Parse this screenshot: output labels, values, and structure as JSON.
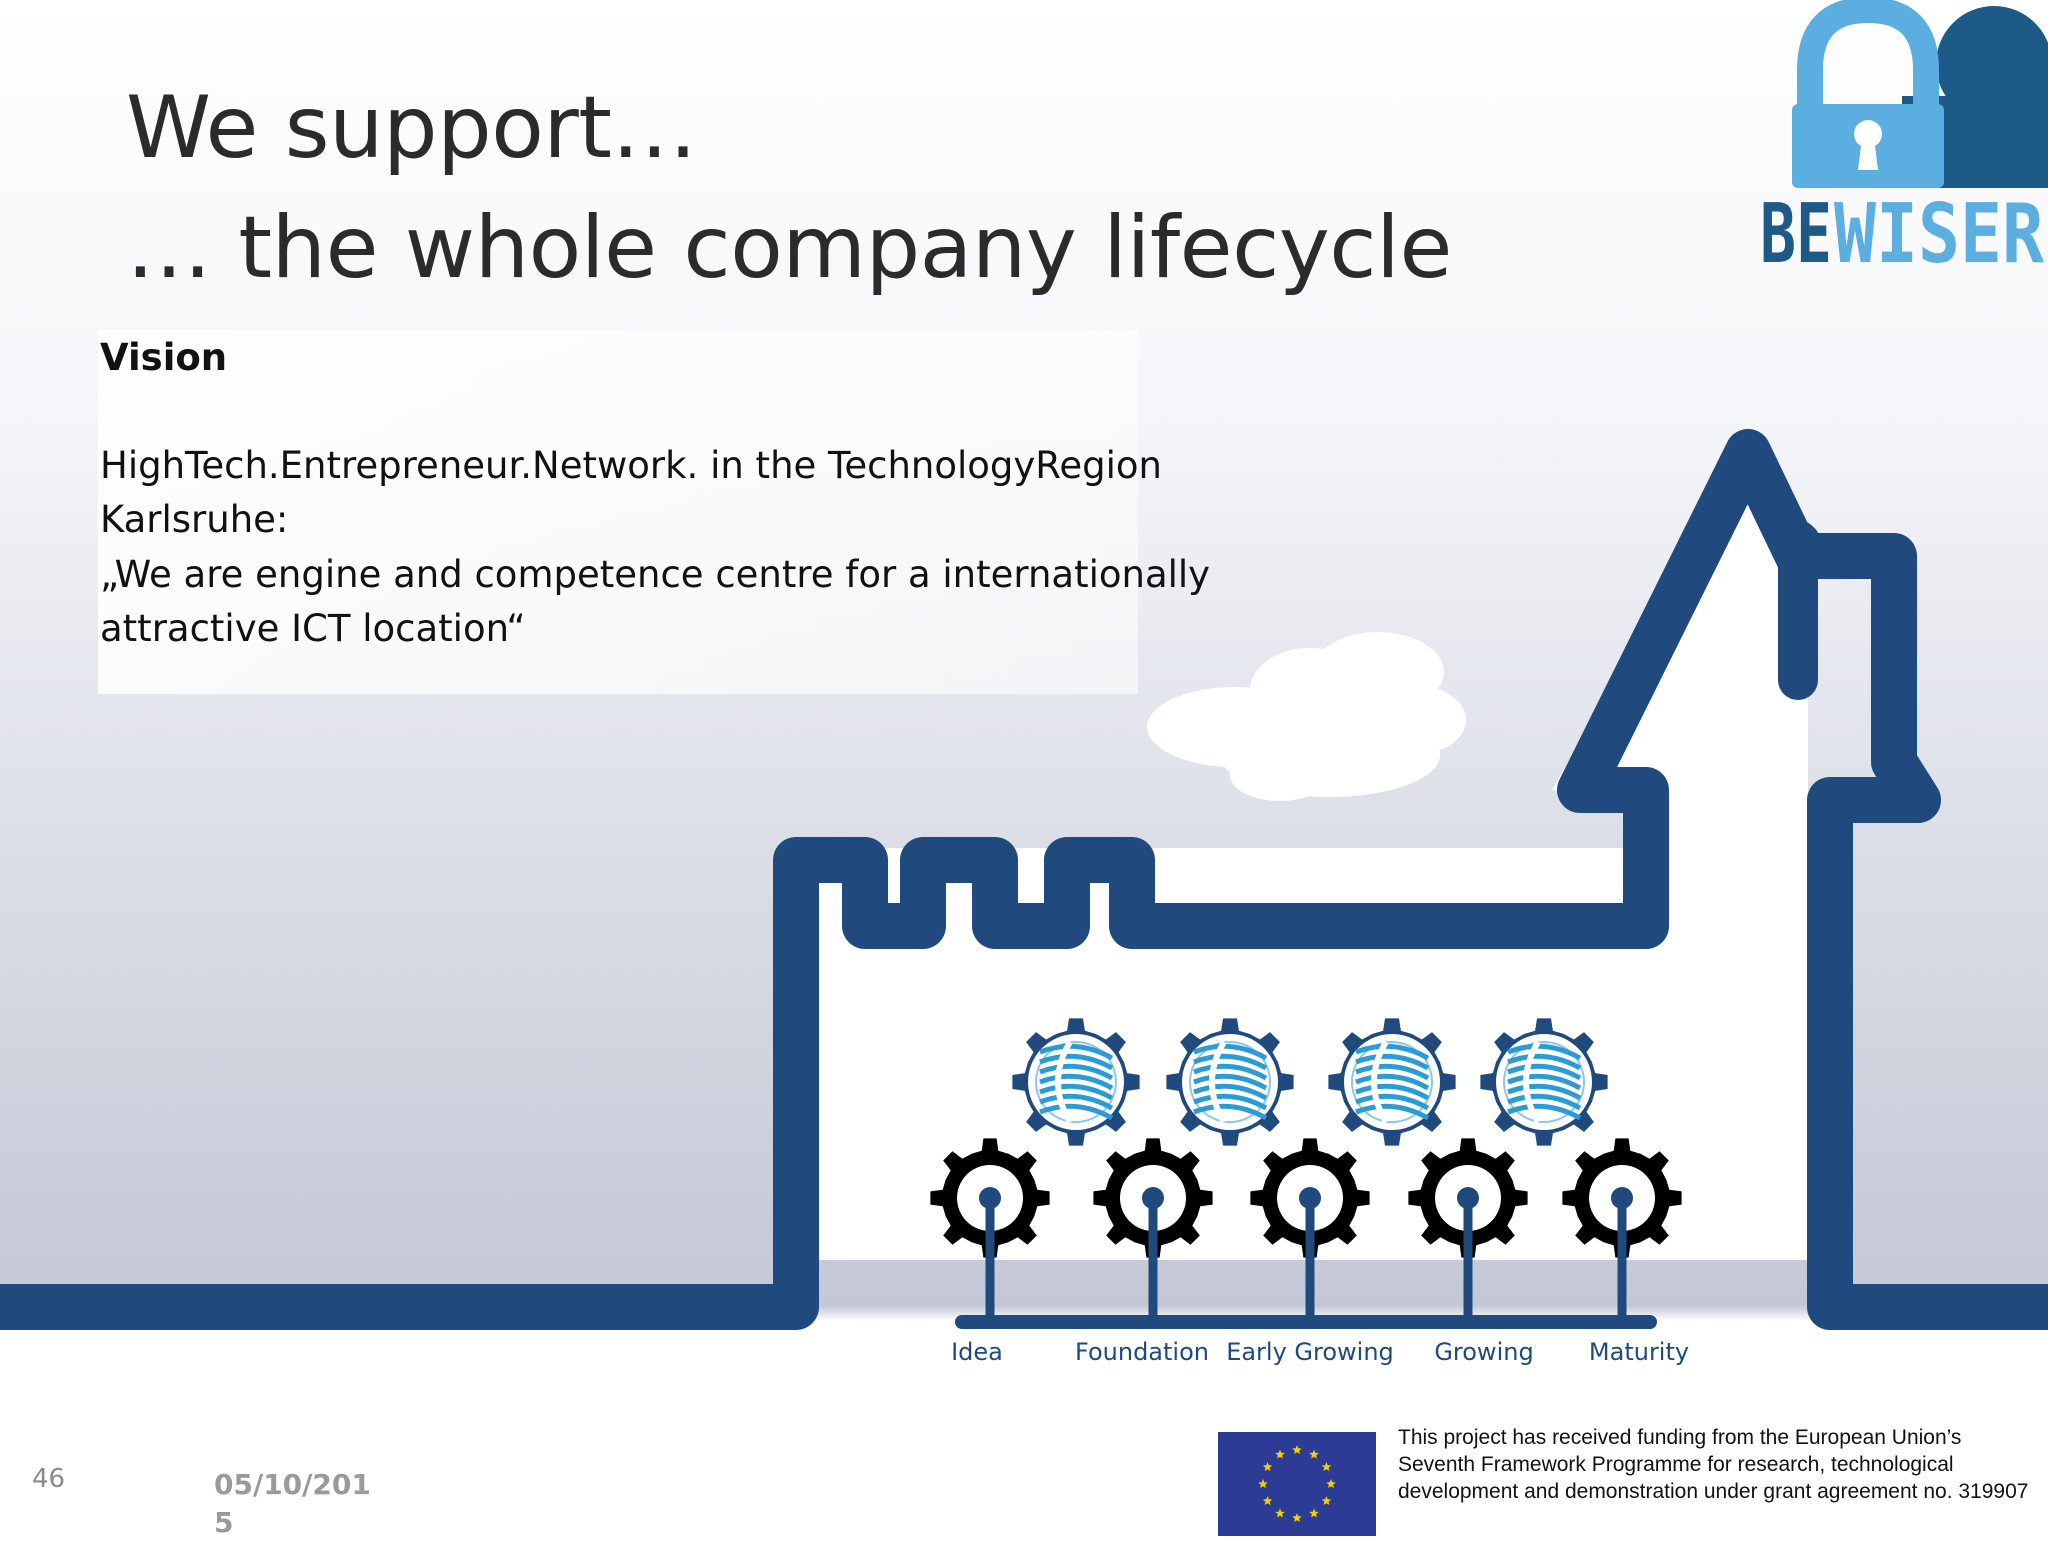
{
  "slide": {
    "title_line1": "We support…",
    "title_line2": "… the whole company lifecycle",
    "vision_heading": "Vision",
    "vision_lines": [
      "HighTech.Entrepreneur.Network. in the TechnologyRegion",
      "Karlsruhe:",
      "„We are engine and competence centre for a internationally",
      "attractive ICT location“"
    ],
    "logo_text_dark": "BE",
    "logo_text_light": "WISER",
    "stages": [
      "Idea",
      "Foundation",
      "Early Growing",
      "Growing",
      "Maturity"
    ],
    "page_number": "46",
    "date": "05/10/2015",
    "funding_text": "This project has received funding from the European Union’s Seventh Framework Programme for research, technological development and demonstration under grant agreement no. 319907"
  },
  "colors": {
    "castle_blue": "#204a7e",
    "logo_light_blue": "#5aaee0",
    "logo_dark_blue": "#1d5a87",
    "eu_blue": "#2c3c94",
    "eu_star": "#f5d000"
  },
  "icons": [
    "lock-cloud-logo-icon",
    "globe-gear-icon",
    "black-gear-icon",
    "eu-flag-icon",
    "cloud-icon"
  ]
}
